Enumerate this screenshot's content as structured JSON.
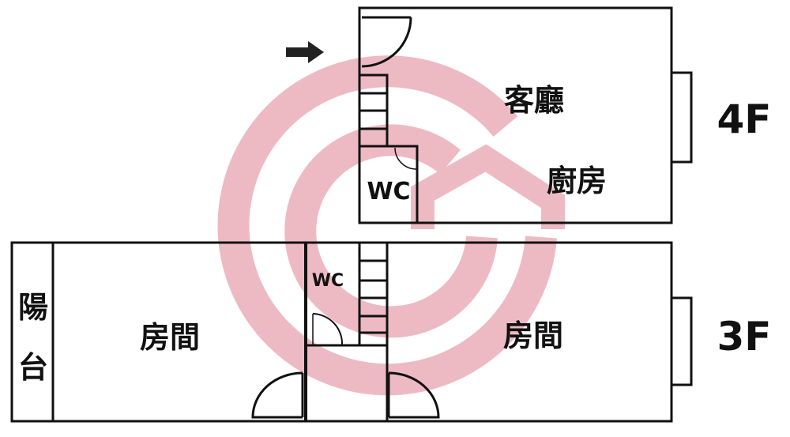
{
  "floor_4f": {
    "label": "4F",
    "rooms": {
      "living": "客廳",
      "kitchen": "廚房",
      "wc": "WC"
    }
  },
  "floor_3f": {
    "label": "3F",
    "rooms": {
      "balcony_1": "陽",
      "balcony_2": "台",
      "room_left": "房間",
      "room_right": "房間",
      "wc": "WC"
    }
  },
  "colors": {
    "watermark": "#e8a4b0",
    "line": "#111111"
  }
}
